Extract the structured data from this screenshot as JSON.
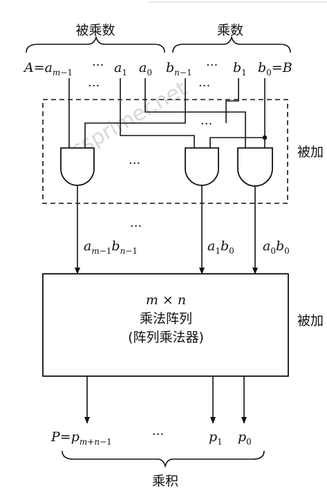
{
  "labels": {
    "multiplicand": "被乘数",
    "multiplier": "乘数",
    "addend_right_1": "被加",
    "addend_right_2": "被加",
    "product": "乘积",
    "watermark": "csprimer.net"
  },
  "array_box": {
    "line1": "m × n",
    "line2": "乘法阵列",
    "line3": "(阵列乘法器)"
  },
  "ellipsis": "···",
  "colors": {
    "line": "#111111",
    "background": "#ffffff",
    "watermark": "#b8b8b8"
  }
}
